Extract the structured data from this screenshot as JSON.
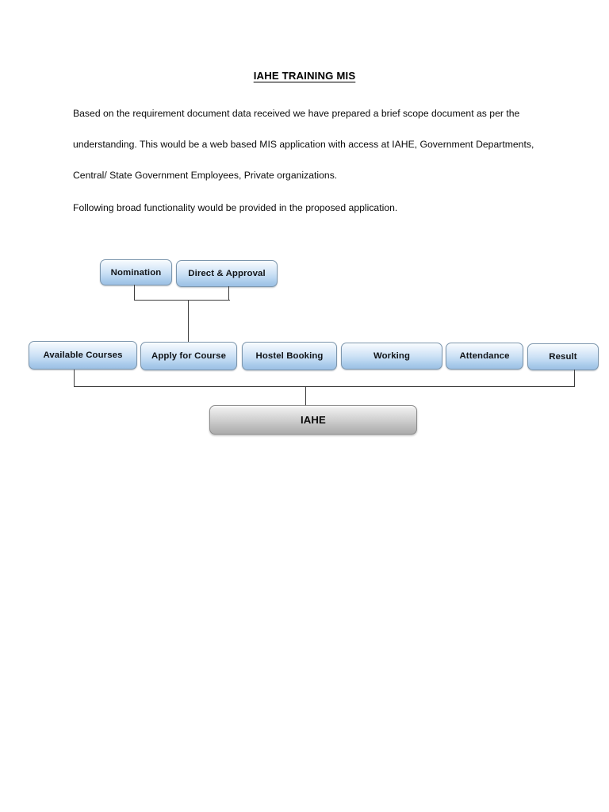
{
  "document": {
    "title": "IAHE TRAINING MIS",
    "paragraphs": [
      "Based on the requirement document data received we have prepared a brief scope document as per the understanding. This would be a web based MIS application with access at IAHE, Government Departments, Central/ State Government Employees, Private organizations.",
      "Following broad functionality would be provided in the proposed application."
    ]
  },
  "diagram": {
    "type": "flowchart",
    "colors": {
      "node_fill_top": "#fdfeff",
      "node_fill_bottom": "#9cc0e4",
      "node_border": "#7c96ad",
      "root_fill_top": "#fcfcfc",
      "root_fill_bottom": "#adadad",
      "root_border": "#8d8d8d",
      "connector": "#3d3d3d"
    },
    "top_row": [
      {
        "label": "Nomination"
      },
      {
        "label": "Direct & Approval"
      }
    ],
    "middle_row": [
      {
        "label": "Available Courses"
      },
      {
        "label": "Apply for Course"
      },
      {
        "label": "Hostel Booking"
      },
      {
        "label": "Working"
      },
      {
        "label": "Attendance"
      },
      {
        "label": "Result"
      }
    ],
    "root": {
      "label": "IAHE"
    }
  }
}
